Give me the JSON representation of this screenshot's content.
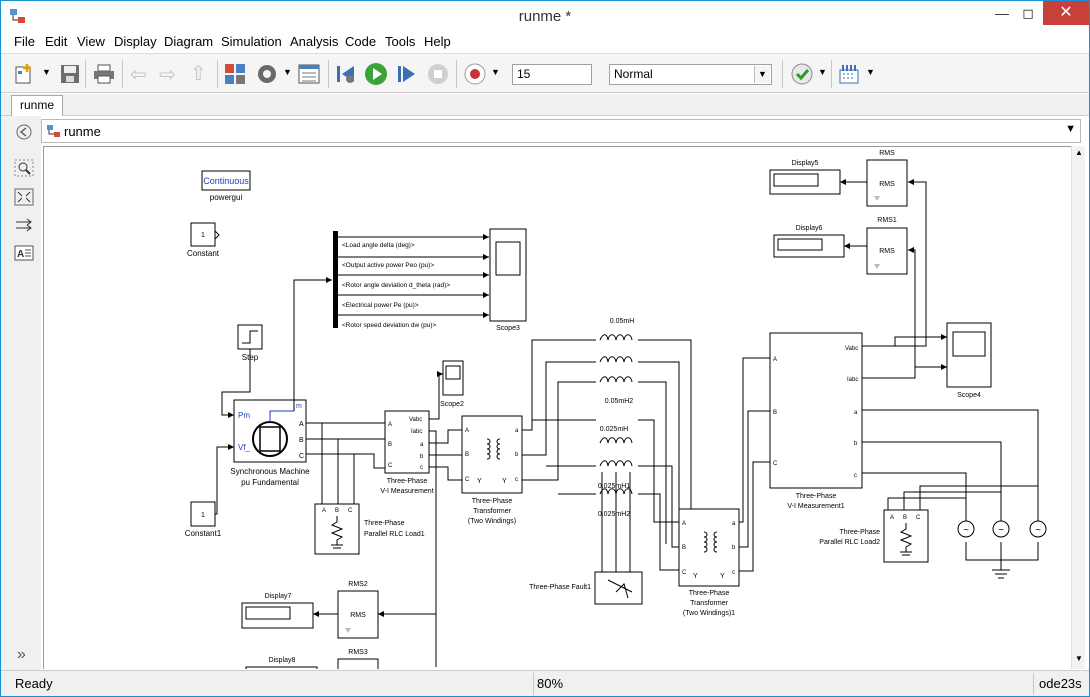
{
  "window": {
    "title": "runme *"
  },
  "menu": [
    "File",
    "Edit",
    "View",
    "Display",
    "Diagram",
    "Simulation",
    "Analysis",
    "Code",
    "Tools",
    "Help"
  ],
  "toolbar": {
    "stop_time": "15",
    "sim_mode": "Normal"
  },
  "tabs": [
    "runme"
  ],
  "breadcrumb": "runme",
  "status": {
    "ready": "Ready",
    "zoom": "80%",
    "solver": "ode23s"
  },
  "blocks": {
    "powergui_label": "Continuous",
    "powergui_name": "powergui",
    "constant_value": "1",
    "constant_name": "Constant",
    "constant1_value": "1",
    "constant1_name": "Constant1",
    "step_name": "Step",
    "sm_name_1": "Synchronous Machine",
    "sm_name_2": "pu Fundamental",
    "sm_port_pm": "Pm",
    "sm_port_vf": "Vf_",
    "sm_port_m": "m",
    "port_a": "A",
    "port_b": "B",
    "port_c": "C",
    "port_la": "a",
    "port_lb": "b",
    "port_lc": "c",
    "port_vabc": "Vabc",
    "port_iabc": "Iabc",
    "vi1_name_1": "Three-Phase",
    "vi1_name_2": "V-I Measurement",
    "vi2_name_1": "Three-Phase",
    "vi2_name_2": "V-I Measurement1",
    "tr1_name_1": "Three-Phase",
    "tr1_name_2": "Transformer",
    "tr1_name_3": "(Two Windings)",
    "tr2_name_1": "Three-Phase",
    "tr2_name_2": "Transformer",
    "tr2_name_3": "(Two Windings)1",
    "load1_name_1": "Three-Phase",
    "load1_name_2": "Parallel RLC Load1",
    "load2_name_1": "Three-Phase",
    "load2_name_2": "Parallel RLC Load2",
    "fault_name": "Three-Phase Fault1",
    "scope2": "Scope2",
    "scope3": "Scope3",
    "scope4": "Scope4",
    "l1": "0.05mH",
    "l2": "0.05mH2",
    "l3": "0.025mH",
    "l4": "0.025mH1",
    "l5": "0.025mH2",
    "display5": "Display5",
    "display6": "Display6",
    "display7": "Display7",
    "display8": "Display8",
    "rms": "RMS",
    "rms1": "RMS1",
    "rms2": "RMS2",
    "rms3": "RMS3",
    "rms_block_text": "RMS",
    "bus_signals": [
      "<Load angle  delta  (deg)>",
      "<Output active power   Peo (pu)>",
      "<Rotor angle deviation  d_theta (rad)>",
      "<Electrical power  Pe (pu)>",
      "<Rotor speed deviation  dw (pu)>"
    ]
  }
}
